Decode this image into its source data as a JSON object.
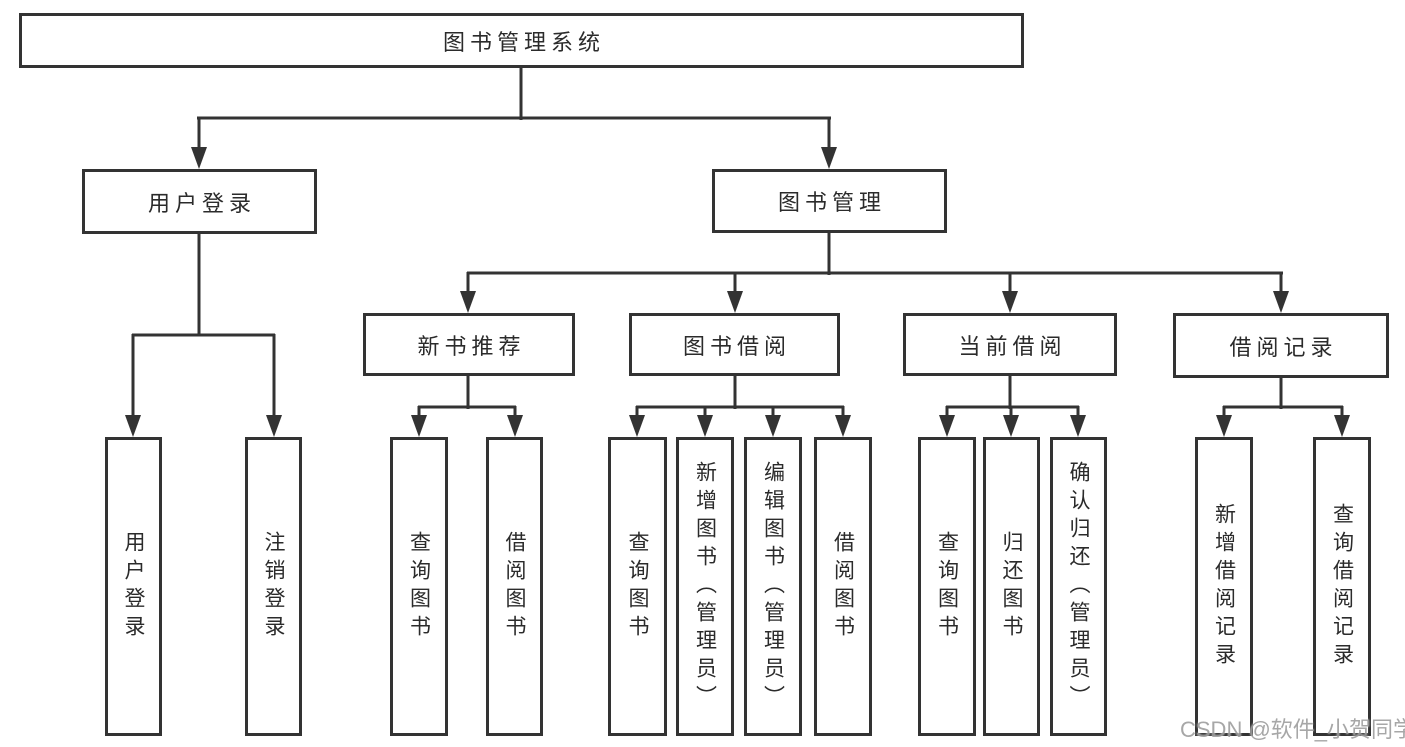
{
  "diagram": {
    "title_node": {
      "label": "图书管理系统"
    },
    "branches": [
      {
        "label": "用户登录",
        "children": [
          {
            "label": "用户登录"
          },
          {
            "label": "注销登录"
          }
        ]
      },
      {
        "label": "图书管理",
        "children": [
          {
            "label": "新书推荐",
            "children": [
              {
                "label": "查询图书"
              },
              {
                "label": "借阅图书"
              }
            ]
          },
          {
            "label": "图书借阅",
            "children": [
              {
                "label": "查询图书"
              },
              {
                "label": "新增图书（管理员）"
              },
              {
                "label": "编辑图书（管理员）"
              },
              {
                "label": "借阅图书"
              }
            ]
          },
          {
            "label": "当前借阅",
            "children": [
              {
                "label": "查询图书"
              },
              {
                "label": "归还图书"
              },
              {
                "label": "确认归还（管理员）"
              }
            ]
          },
          {
            "label": "借阅记录",
            "children": [
              {
                "label": "新增借阅记录"
              },
              {
                "label": "查询借阅记录"
              }
            ]
          }
        ]
      }
    ],
    "watermark": "CSDN @软件_小贺同学",
    "colors": {
      "line": "#333333",
      "box_border": "#333333",
      "text": "#2b2b2b",
      "watermark": "#9e9e9e",
      "background": "#ffffff"
    }
  }
}
